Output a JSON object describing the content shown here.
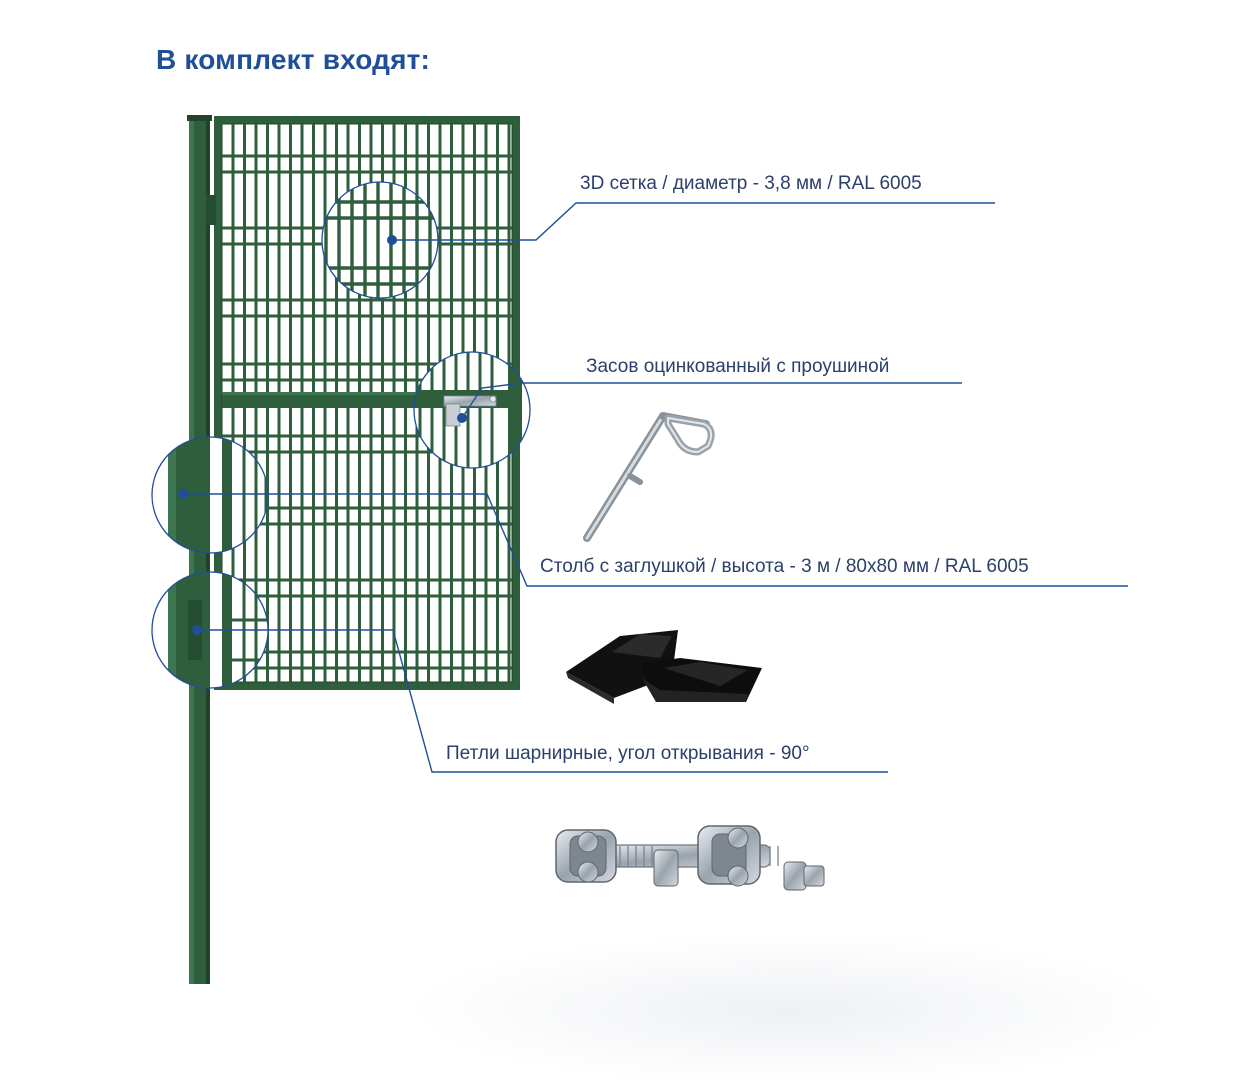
{
  "title": "В комплект входят:",
  "callouts": [
    {
      "id": "mesh",
      "text": "3D сетка / диаметр - 3,8 мм / RAL 6005"
    },
    {
      "id": "latch",
      "text": "Засов оцинкованный с проушиной"
    },
    {
      "id": "post",
      "text": "Столб с заглушкой / высота - 3 м / 80х80 мм / RAL 6005"
    },
    {
      "id": "hinges",
      "text": "Петли шарнирные, угол открывания - 90°"
    }
  ],
  "colors": {
    "frame_green": "#2e5e3c",
    "frame_green_dark": "#1f4429",
    "callout_blue": "#1f4f9a",
    "label_text": "#2b3f6b"
  },
  "icons": [
    "gate-illustration",
    "latch-icon",
    "post-cap-icon",
    "hinge-icon"
  ]
}
